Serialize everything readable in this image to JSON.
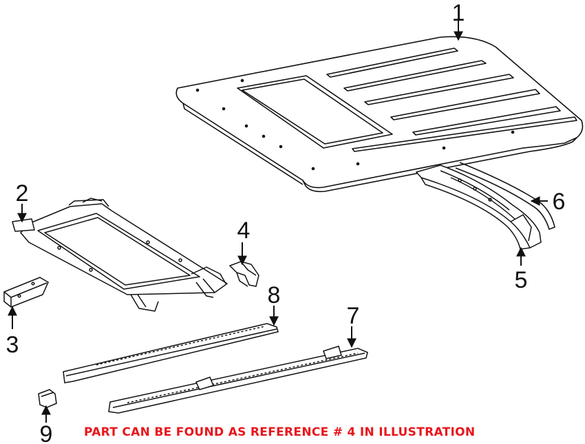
{
  "diagram": {
    "callouts": [
      {
        "id": "1",
        "label": "1"
      },
      {
        "id": "2",
        "label": "2"
      },
      {
        "id": "3",
        "label": "3"
      },
      {
        "id": "4",
        "label": "4"
      },
      {
        "id": "5",
        "label": "5"
      },
      {
        "id": "6",
        "label": "6"
      },
      {
        "id": "7",
        "label": "7"
      },
      {
        "id": "8",
        "label": "8"
      },
      {
        "id": "9",
        "label": "9"
      }
    ],
    "note": "PART CAN BE FOUND AS REFERENCE # 4 IN ILLUSTRATION"
  },
  "colors": {
    "line": "#111111",
    "note": "#e8161c",
    "background": "#ffffff"
  }
}
